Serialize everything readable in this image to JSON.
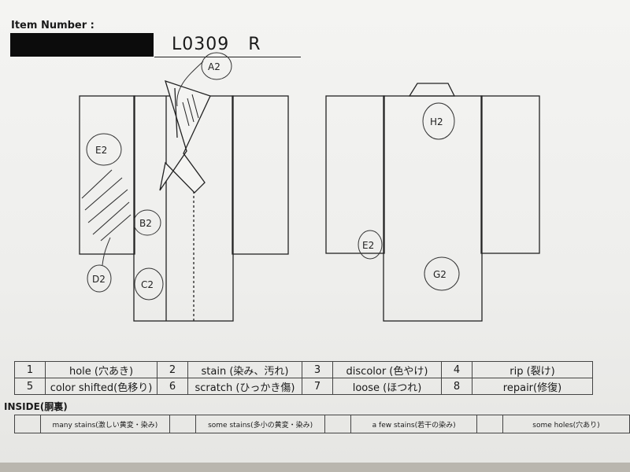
{
  "header": {
    "item_number_label": "Item Number :",
    "item_code": "L0309",
    "item_suffix": "R"
  },
  "annotations": {
    "a": "A2",
    "b": "B2",
    "c": "C2",
    "d": "D2",
    "e_front": "E2",
    "e_back": "E2",
    "g": "G2",
    "h": "H2"
  },
  "defect_legend": [
    {
      "num": "1",
      "label": "hole (穴あき)"
    },
    {
      "num": "2",
      "label": "stain (染み、汚れ)"
    },
    {
      "num": "3",
      "label": "discolor (色やけ)"
    },
    {
      "num": "4",
      "label": "rip (裂け)"
    },
    {
      "num": "5",
      "label": "color shifted(色移り)"
    },
    {
      "num": "6",
      "label": "scratch (ひっかき傷)"
    },
    {
      "num": "7",
      "label": "loose (ほつれ)"
    },
    {
      "num": "8",
      "label": "repair(修復)"
    }
  ],
  "inside": {
    "title": "INSIDE(胴裏)",
    "options": [
      "many stains(激しい黄変・染み)",
      "some stains(多小の黄変・染み)",
      "a few stains(若干の染み)",
      "some holes(穴あり)"
    ]
  }
}
